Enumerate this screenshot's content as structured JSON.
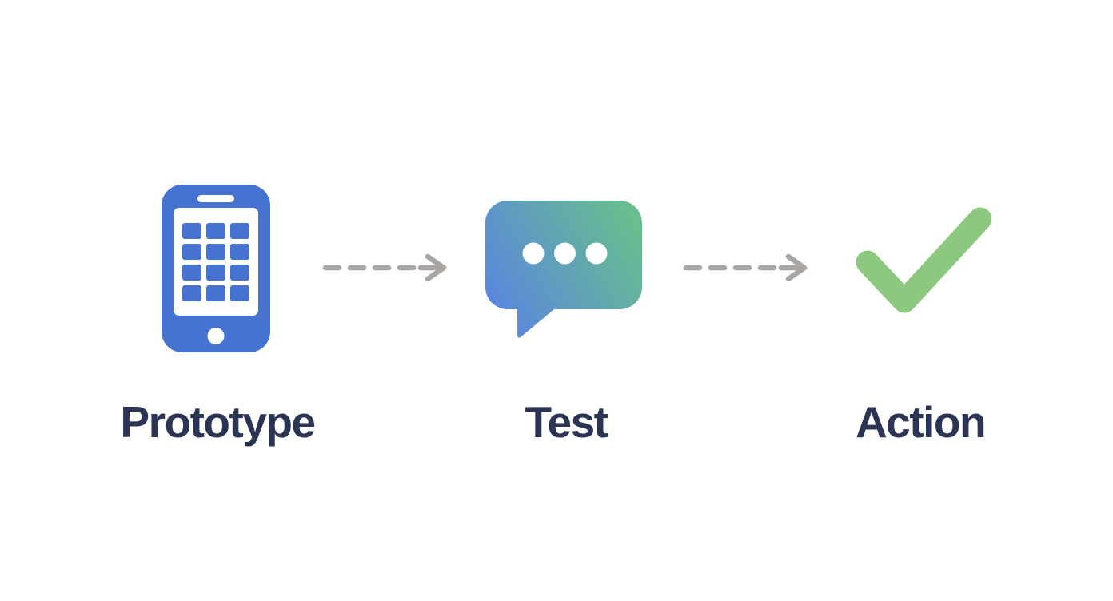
{
  "diagram": {
    "steps": [
      {
        "id": "prototype",
        "label": "Prototype",
        "icon": "smartphone-icon"
      },
      {
        "id": "test",
        "label": "Test",
        "icon": "chat-bubble-icon"
      },
      {
        "id": "action",
        "label": "Action",
        "icon": "checkmark-icon"
      }
    ],
    "connectors": [
      {
        "type": "dashed-arrow",
        "from": "Prototype",
        "to": "Test"
      },
      {
        "type": "dashed-arrow",
        "from": "Test",
        "to": "Action"
      }
    ],
    "colors": {
      "phone_blue": "#4573CF",
      "bubble_gradient_start": "#5A85E0",
      "bubble_gradient_end": "#68BE8E",
      "check_green": "#8CC87D",
      "arrow_gray": "#A9A5A2",
      "label_color": "#2B3453",
      "background": "#FFFFFF"
    }
  }
}
